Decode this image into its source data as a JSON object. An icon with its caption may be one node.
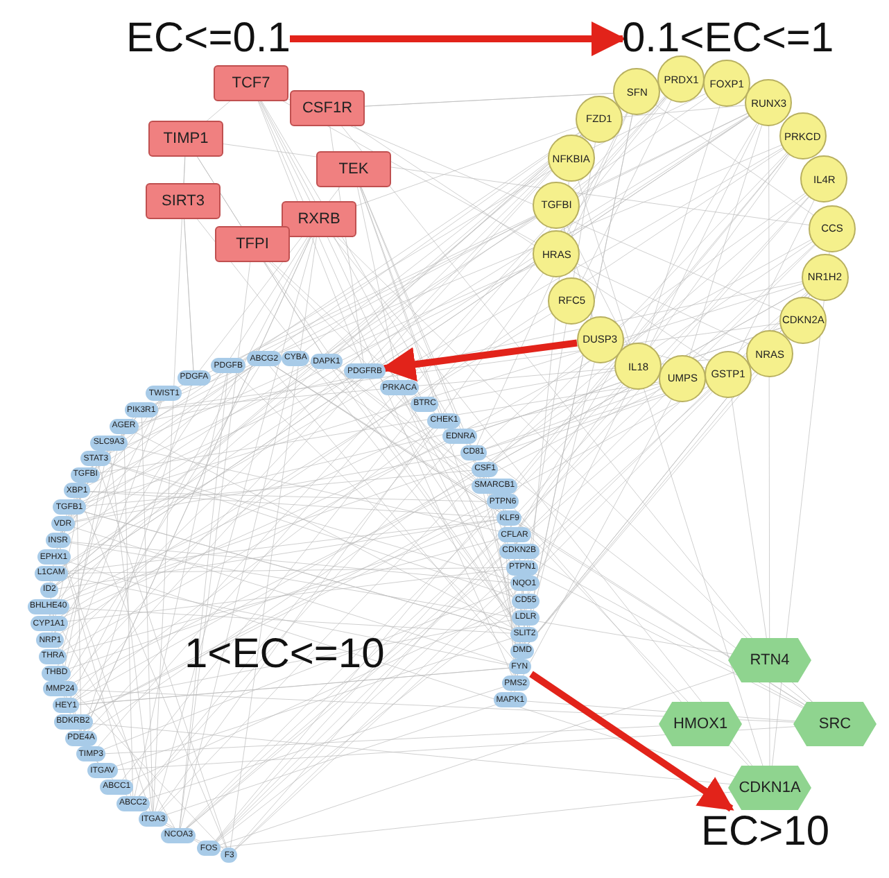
{
  "diagram": {
    "nodes": [
      {
        "text": [
          "EC<=0.1"
        ]
      },
      {
        "text": [
          "0.1<EC<=1"
        ]
      },
      {
        "text": [
          "EC>10"
        ]
      },
      {
        "text": [
          "TCF7"
        ]
      },
      {
        "text": [
          "CSF1R"
        ]
      },
      {
        "text": [
          "TIMP1"
        ]
      },
      {
        "text": [
          "TEK"
        ]
      },
      {
        "text": [
          "SIRT3"
        ]
      },
      {
        "text": [
          "RXRB"
        ]
      },
      {
        "text": [
          "TFPI"
        ]
      },
      {
        "text": [
          "PRDX1"
        ]
      },
      {
        "text": [
          "FOXP1"
        ]
      },
      {
        "text": [
          "RUNX3"
        ]
      },
      {
        "text": [
          "PRKCD"
        ]
      },
      {
        "text": [
          "IL4R"
        ]
      },
      {
        "text": [
          "CCS"
        ]
      },
      {
        "text": [
          "NR1H2"
        ]
      },
      {
        "text": [
          "CDKN2A"
        ]
      },
      {
        "text": [
          "NRAS"
        ]
      },
      {
        "text": [
          "GSTP1"
        ]
      },
      {
        "text": [
          "UMPS"
        ]
      },
      {
        "text": [
          "IL18"
        ]
      },
      {
        "text": [
          "DUSP3"
        ]
      },
      {
        "text": [
          "RFC5"
        ]
      },
      {
        "text": [
          "HRAS"
        ]
      },
      {
        "text": [
          "TGFBI"
        ]
      },
      {
        "text": [
          "NFKBIA"
        ]
      },
      {
        "text": [
          "FZD1"
        ]
      },
      {
        "text": [
          "SFN"
        ]
      },
      {
        "text": [
          "AGER"
        ]
      },
      {
        "text": [
          "PIK3R1"
        ]
      },
      {
        "text": [
          "TWIST1"
        ]
      },
      {
        "text": [
          "PDGFA"
        ]
      },
      {
        "text": [
          "PDGFB"
        ]
      },
      {
        "text": [
          "ABCG2"
        ]
      },
      {
        "text": [
          "CYBA"
        ]
      },
      {
        "text": [
          "DAPK1"
        ]
      },
      {
        "text": [
          "PDGFRB"
        ]
      },
      {
        "text": [
          "PRKACA"
        ]
      },
      {
        "text": [
          "BTRC"
        ]
      },
      {
        "text": [
          "CHEK1"
        ]
      },
      {
        "text": [
          "EDNRA"
        ]
      },
      {
        "text": [
          "CD81"
        ]
      },
      {
        "text": [
          "CSF1"
        ]
      },
      {
        "text": [
          "SMARCB1"
        ]
      },
      {
        "text": [
          "PTPN6"
        ]
      },
      {
        "text": [
          "KLF9"
        ]
      },
      {
        "text": [
          "CFLAR"
        ]
      },
      {
        "text": [
          "CDKN2B"
        ]
      },
      {
        "text": [
          "PTPN1"
        ]
      },
      {
        "text": [
          "NQO1"
        ]
      },
      {
        "text": [
          "CD55"
        ]
      },
      {
        "text": [
          "LDLR"
        ]
      },
      {
        "text": [
          "SLIT2"
        ]
      },
      {
        "text": [
          "DMD"
        ]
      },
      {
        "text": [
          "FYN"
        ]
      },
      {
        "text": [
          "PMS2"
        ]
      },
      {
        "text": [
          "MAPK1"
        ]
      },
      {
        "text": [
          "F3"
        ]
      },
      {
        "text": [
          "FOS"
        ]
      },
      {
        "text": [
          "NCOA3"
        ]
      },
      {
        "text": [
          "ITGA3"
        ]
      },
      {
        "text": [
          "ABCC2"
        ]
      },
      {
        "text": [
          "ABCC1"
        ]
      },
      {
        "text": [
          "ITGAV"
        ]
      },
      {
        "text": [
          "TIMP3"
        ]
      },
      {
        "text": [
          "PDE4A"
        ]
      },
      {
        "text": [
          "BDKRB2"
        ]
      },
      {
        "text": [
          "HEY1"
        ]
      },
      {
        "text": [
          "MMP24"
        ]
      },
      {
        "text": [
          "THBD"
        ]
      },
      {
        "text": [
          "THRA"
        ]
      },
      {
        "text": [
          "NRP1"
        ]
      },
      {
        "text": [
          "CYP1A1"
        ]
      },
      {
        "text": [
          "BHLHE40"
        ]
      },
      {
        "text": [
          "ID2"
        ]
      },
      {
        "text": [
          "L1CAM"
        ]
      },
      {
        "text": [
          "EPHX1"
        ]
      },
      {
        "text": [
          "INSR"
        ]
      },
      {
        "text": [
          "VDR"
        ]
      },
      {
        "text": [
          "TGFB1"
        ]
      },
      {
        "text": [
          "XBP1"
        ]
      },
      {
        "text": [
          "TGFBI"
        ]
      },
      {
        "text": [
          "STAT3"
        ]
      },
      {
        "text": [
          "SLC9A3"
        ]
      },
      {
        "text": [
          "RTN4"
        ]
      },
      {
        "text": [
          "HMOX1"
        ]
      },
      {
        "text": [
          "SRC"
        ]
      },
      {
        "text": [
          "CDKN1A"
        ]
      }
    ],
    "edges": [
      {
        "from": 0,
        "to": 1,
        "arrow": "to",
        "color": "#e2231a"
      },
      {
        "from": 22,
        "to": 37,
        "arrow": "to",
        "color": "#e2231a"
      },
      {
        "from": 55,
        "to": 2,
        "arrow": "to",
        "color": "#e2231a"
      }
    ],
    "labels": [
      "1<EC<=10"
    ]
  }
}
